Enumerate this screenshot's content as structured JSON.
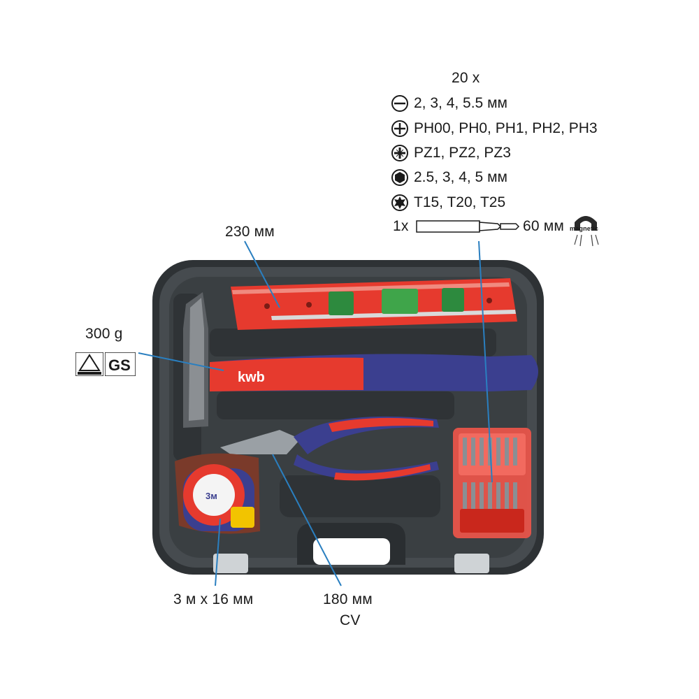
{
  "bits": {
    "count_label": "20 x",
    "rows": [
      {
        "icon": "slotted-bit-icon",
        "text": "2, 3, 4, 5.5 мм"
      },
      {
        "icon": "phillips-bit-icon",
        "text": "PH00, PH0, PH1, PH2, PH3"
      },
      {
        "icon": "pozidriv-bit-icon",
        "text": "PZ1, PZ2, PZ3"
      },
      {
        "icon": "hex-bit-icon",
        "text": "2.5, 3, 4, 5 мм"
      },
      {
        "icon": "torx-bit-icon",
        "text": "T15, T20, T25"
      }
    ],
    "holder": {
      "prefix": "1x",
      "length": "60 мм",
      "magnetic_label": "magnetic"
    }
  },
  "level": {
    "length": "230 мм"
  },
  "hammer": {
    "weight": "300 g",
    "tuv_label": "TÜV Rheinland",
    "gs_label": "GS"
  },
  "tape": {
    "size": "3 м х 16 мм",
    "face_text": "3м"
  },
  "pliers": {
    "length": "180 мм",
    "material": "CV"
  },
  "brand": "kwb",
  "colors": {
    "case": "#3c4144",
    "red": "#e63a2e",
    "blue": "#3b3f8f",
    "callout": "#2a7fc0"
  }
}
